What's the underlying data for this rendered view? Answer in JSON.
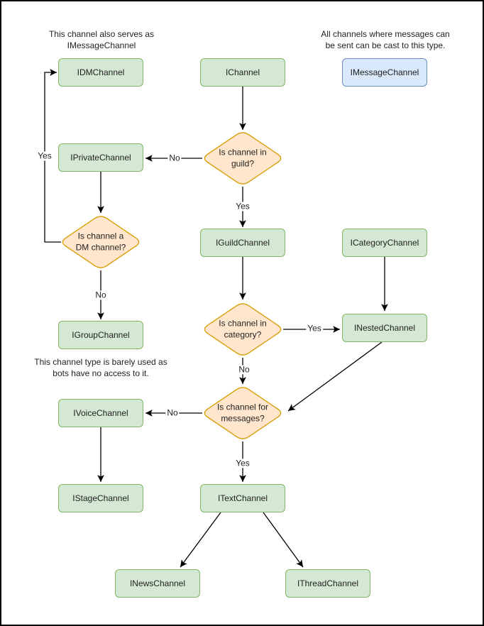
{
  "palette": {
    "background": "#ffffff",
    "page_border": "#000000",
    "node_fill_green": "#d5e8d4",
    "node_border_green": "#82b366",
    "node_fill_blue": "#dae8fc",
    "node_border_blue": "#6c8ebf",
    "decision_fill": "#ffe6cc",
    "decision_border": "#d79b00",
    "edge_color": "#000000",
    "text_color": "#1f1f1f"
  },
  "captions": [
    {
      "id": "idm-note",
      "text": "This channel also serves as\nIMessageChannel"
    },
    {
      "id": "imessage-note",
      "text": "All channels where messages can\nbe sent can be cast to this type."
    },
    {
      "id": "group-note",
      "text": "This channel type is barely used as\nbots have no access to it."
    }
  ],
  "nodes": [
    {
      "id": "idmchannel",
      "label": "IDMChannel",
      "style": "green"
    },
    {
      "id": "ichannel",
      "label": "IChannel",
      "style": "green"
    },
    {
      "id": "imessagechannel",
      "label": "IMessageChannel",
      "style": "blue"
    },
    {
      "id": "iprivatechannel",
      "label": "IPrivateChannel",
      "style": "green"
    },
    {
      "id": "iguildchannel",
      "label": "IGuildChannel",
      "style": "green"
    },
    {
      "id": "icategorychannel",
      "label": "ICategoryChannel",
      "style": "green"
    },
    {
      "id": "igroupchannel",
      "label": "IGroupChannel",
      "style": "green"
    },
    {
      "id": "inestedchannel",
      "label": "INestedChannel",
      "style": "green"
    },
    {
      "id": "ivoicechannel",
      "label": "IVoiceChannel",
      "style": "green"
    },
    {
      "id": "itextchannel",
      "label": "ITextChannel",
      "style": "green"
    },
    {
      "id": "istagechannel",
      "label": "IStageChannel",
      "style": "green"
    },
    {
      "id": "inewschannel",
      "label": "INewsChannel",
      "style": "green"
    },
    {
      "id": "ithreadchannel",
      "label": "IThreadChannel",
      "style": "green"
    }
  ],
  "decisions": [
    {
      "id": "guild",
      "label": "Is channel in\nguild?"
    },
    {
      "id": "dm",
      "label": "Is channel a\nDM channel?"
    },
    {
      "id": "category",
      "label": "Is channel in\ncategory?"
    },
    {
      "id": "messages",
      "label": "Is channel for\nmessages?"
    }
  ],
  "edge_labels": [
    {
      "id": "guild-no",
      "text": "No"
    },
    {
      "id": "guild-yes",
      "text": "Yes"
    },
    {
      "id": "dm-yes",
      "text": "Yes"
    },
    {
      "id": "dm-no",
      "text": "No"
    },
    {
      "id": "category-yes",
      "text": "Yes"
    },
    {
      "id": "category-no",
      "text": "No"
    },
    {
      "id": "messages-no",
      "text": "No"
    },
    {
      "id": "messages-yes",
      "text": "Yes"
    }
  ],
  "edges": [
    {
      "from": "IChannel",
      "to": "Is channel in guild?",
      "label": ""
    },
    {
      "from": "Is channel in guild?",
      "to": "IPrivateChannel",
      "label": "No"
    },
    {
      "from": "Is channel in guild?",
      "to": "IGuildChannel",
      "label": "Yes"
    },
    {
      "from": "IPrivateChannel",
      "to": "Is channel a DM channel?",
      "label": ""
    },
    {
      "from": "Is channel a DM channel?",
      "to": "IDMChannel",
      "label": "Yes"
    },
    {
      "from": "Is channel a DM channel?",
      "to": "IGroupChannel",
      "label": "No"
    },
    {
      "from": "IGuildChannel",
      "to": "Is channel in category?",
      "label": ""
    },
    {
      "from": "Is channel in category?",
      "to": "INestedChannel",
      "label": "Yes"
    },
    {
      "from": "ICategoryChannel",
      "to": "INestedChannel",
      "label": ""
    },
    {
      "from": "INestedChannel",
      "to": "Is channel for messages?",
      "label": ""
    },
    {
      "from": "Is channel in category?",
      "to": "Is channel for messages?",
      "label": "No"
    },
    {
      "from": "Is channel for messages?",
      "to": "IVoiceChannel",
      "label": "No"
    },
    {
      "from": "Is channel for messages?",
      "to": "ITextChannel",
      "label": "Yes"
    },
    {
      "from": "IVoiceChannel",
      "to": "IStageChannel",
      "label": ""
    },
    {
      "from": "ITextChannel",
      "to": "INewsChannel",
      "label": ""
    },
    {
      "from": "ITextChannel",
      "to": "IThreadChannel",
      "label": ""
    }
  ]
}
